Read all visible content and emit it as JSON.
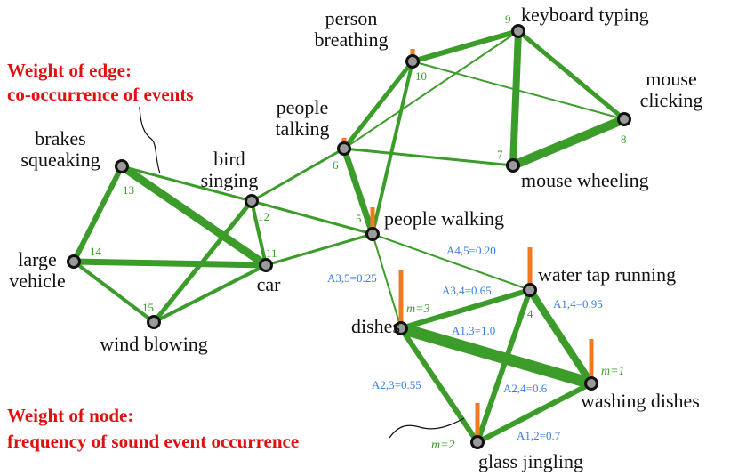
{
  "colors": {
    "edge": "#3c9c2a",
    "node_fill": "#9a9a9a",
    "node_stroke": "#111111",
    "freq_bar": "#f07a22",
    "annotation": "#e01010",
    "edge_weight_label": "#3a7de0",
    "node_index": "#3c9c2a"
  },
  "captions": {
    "edge_weight_line1": "Weight of edge:",
    "edge_weight_line2": "co-occurrence of events",
    "node_weight_line1": "Weight of node:",
    "node_weight_line2": "frequency of sound event occurrence"
  },
  "nodes": [
    {
      "id": "n1",
      "index": "",
      "label": [
        "dishes"
      ]
    },
    {
      "id": "n2",
      "index": "",
      "label": [
        "glass jingling"
      ]
    },
    {
      "id": "n3",
      "index": "",
      "label": [
        "washing dishes"
      ]
    },
    {
      "id": "n4",
      "index": "4",
      "label": [
        "water tap running"
      ]
    },
    {
      "id": "n5",
      "index": "5",
      "label": [
        "people walking"
      ]
    },
    {
      "id": "n6",
      "index": "6",
      "label": [
        "people",
        "talking"
      ]
    },
    {
      "id": "n7",
      "index": "7",
      "label": [
        "mouse wheeling"
      ]
    },
    {
      "id": "n8",
      "index": "8",
      "label": [
        "mouse",
        "clicking"
      ]
    },
    {
      "id": "n9",
      "index": "9",
      "label": [
        "keyboard typing"
      ]
    },
    {
      "id": "n10",
      "index": "10",
      "label": [
        "person",
        "breathing"
      ]
    },
    {
      "id": "n11",
      "index": "11",
      "label": [
        "car"
      ]
    },
    {
      "id": "n12",
      "index": "12",
      "label": [
        "bird",
        "singing"
      ]
    },
    {
      "id": "n13",
      "index": "13",
      "label": [
        "brakes",
        "squeaking"
      ]
    },
    {
      "id": "n14",
      "index": "14",
      "label": [
        "large",
        "vehicle"
      ]
    },
    {
      "id": "n15",
      "index": "15",
      "label": [
        "wind blowing"
      ]
    }
  ],
  "mass_labels": [
    {
      "node": "n1",
      "text": "m=3"
    },
    {
      "node": "n2",
      "text": "m=2"
    },
    {
      "node": "n3",
      "text": "m=1"
    }
  ],
  "edges": [
    {
      "from": "n13",
      "to": "n11",
      "weight": 9,
      "label": ""
    },
    {
      "from": "n13",
      "to": "n14",
      "weight": 6,
      "label": ""
    },
    {
      "from": "n13",
      "to": "n12",
      "weight": 3,
      "label": ""
    },
    {
      "from": "n14",
      "to": "n11",
      "weight": 7,
      "label": ""
    },
    {
      "from": "n14",
      "to": "n15",
      "weight": 4,
      "label": ""
    },
    {
      "from": "n15",
      "to": "n12",
      "weight": 5,
      "label": ""
    },
    {
      "from": "n15",
      "to": "n11",
      "weight": 4,
      "label": ""
    },
    {
      "from": "n12",
      "to": "n11",
      "weight": 4,
      "label": ""
    },
    {
      "from": "n12",
      "to": "n6",
      "weight": 3,
      "label": ""
    },
    {
      "from": "n12",
      "to": "n5",
      "weight": 3,
      "label": ""
    },
    {
      "from": "n11",
      "to": "n5",
      "weight": 3,
      "label": ""
    },
    {
      "from": "n6",
      "to": "n10",
      "weight": 5,
      "label": ""
    },
    {
      "from": "n6",
      "to": "n9",
      "weight": 2,
      "label": ""
    },
    {
      "from": "n6",
      "to": "n7",
      "weight": 3,
      "label": ""
    },
    {
      "from": "n6",
      "to": "n5",
      "weight": 7,
      "label": ""
    },
    {
      "from": "n10",
      "to": "n9",
      "weight": 6,
      "label": ""
    },
    {
      "from": "n10",
      "to": "n8",
      "weight": 2,
      "label": ""
    },
    {
      "from": "n10",
      "to": "n5",
      "weight": 4,
      "label": ""
    },
    {
      "from": "n9",
      "to": "n8",
      "weight": 5,
      "label": ""
    },
    {
      "from": "n9",
      "to": "n7",
      "weight": 8,
      "label": ""
    },
    {
      "from": "n8",
      "to": "n7",
      "weight": 10,
      "label": ""
    },
    {
      "from": "n5",
      "to": "n4",
      "weight": 2,
      "label": "A4,5=0.20"
    },
    {
      "from": "n5",
      "to": "n1",
      "weight": 2,
      "label": "A3,5=0.25"
    },
    {
      "from": "n1",
      "to": "n4",
      "weight": 6,
      "label": "A3,4=0.65"
    },
    {
      "from": "n1",
      "to": "n3",
      "weight": 13,
      "label": "A1,3=1.0"
    },
    {
      "from": "n1",
      "to": "n2",
      "weight": 6,
      "label": "A2,3=0.55"
    },
    {
      "from": "n4",
      "to": "n3",
      "weight": 8,
      "label": "A1,4=0.95"
    },
    {
      "from": "n4",
      "to": "n2",
      "weight": 6,
      "label": "A2,4=0.6"
    },
    {
      "from": "n2",
      "to": "n3",
      "weight": 6,
      "label": "A1,2=0.7"
    }
  ],
  "freq_bars": [
    {
      "node": "n1",
      "value": 66
    },
    {
      "node": "n2",
      "value": 44
    },
    {
      "node": "n3",
      "value": 50
    },
    {
      "node": "n4",
      "value": 48
    },
    {
      "node": "n5",
      "value": 30
    },
    {
      "node": "n6",
      "value": 12
    },
    {
      "node": "n7",
      "value": 0
    },
    {
      "node": "n10",
      "value": 14
    }
  ]
}
